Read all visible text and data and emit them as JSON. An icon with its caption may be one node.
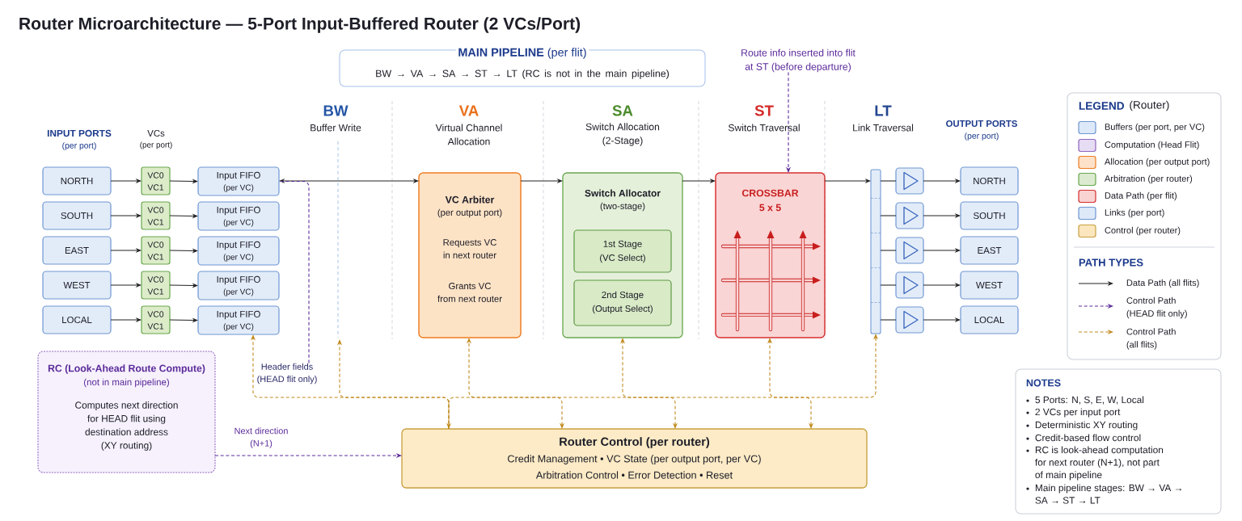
{
  "diagram": {
    "title": "Router Microarchitecture — 5-Port Input-Buffered Router (2 VCs/Port)",
    "nodes": [
      {
        "text": [
          "**MAIN PIPELINE** (per flit)",
          "BW → VA → SA → ST → LT (RC is not in the main pipeline)"
        ]
      },
      {
        "text": [
          "NORTH"
        ]
      },
      {
        "text": [
          "SOUTH"
        ]
      },
      {
        "text": [
          "EAST"
        ]
      },
      {
        "text": [
          "WEST"
        ]
      },
      {
        "text": [
          "LOCAL"
        ]
      },
      {
        "text": [
          "VC0",
          "VC1"
        ]
      },
      {
        "text": [
          "VC0",
          "VC1"
        ]
      },
      {
        "text": [
          "VC0",
          "VC1"
        ]
      },
      {
        "text": [
          "VC0",
          "VC1"
        ]
      },
      {
        "text": [
          "VC0",
          "VC1"
        ]
      },
      {
        "text": [
          "Input FIFO",
          "(per VC)"
        ]
      },
      {
        "text": [
          "Input FIFO",
          "(per VC)"
        ]
      },
      {
        "text": [
          "Input FIFO",
          "(per VC)"
        ]
      },
      {
        "text": [
          "Input FIFO",
          "(per VC)"
        ]
      },
      {
        "text": [
          "Input FIFO",
          "(per VC)"
        ]
      },
      {
        "text": [
          "VC Arbiter",
          "(per output port)",
          "Requests VC in next router",
          "Grants VC from next router"
        ]
      },
      {
        "text": [
          "Switch Allocator",
          "(two-stage)"
        ]
      },
      {
        "text": [
          "1st Stage",
          "(VC Select)"
        ],
        "in": 17
      },
      {
        "text": [
          "2nd Stage",
          "(Output Select)"
        ],
        "in": 17
      },
      {
        "text": [
          "CROSSBAR",
          "5 x 5"
        ]
      },
      {
        "text": [],
        "shape": "bar"
      },
      {
        "text": [],
        "shape": "box"
      },
      {
        "text": [],
        "shape": "box"
      },
      {
        "text": [],
        "shape": "box"
      },
      {
        "text": [],
        "shape": "box"
      },
      {
        "text": [],
        "shape": "box"
      },
      {
        "text": [
          "NORTH"
        ]
      },
      {
        "text": [
          "SOUTH"
        ]
      },
      {
        "text": [
          "EAST"
        ]
      },
      {
        "text": [
          "WEST"
        ]
      },
      {
        "text": [
          "LOCAL"
        ]
      },
      {
        "text": [
          "RC (Look-Ahead Route Compute)",
          "(not in main pipeline)",
          "Computes next direction for HEAD flit using destination address (XY routing)"
        ]
      },
      {
        "text": [
          "Router Control (per router)",
          "Credit Management • VC State (per output port, per VC)",
          "Arbitration Control • Error Detection • Reset"
        ]
      },
      {
        "text": [
          "Route info inserted into flit at ST (before departure)"
        ]
      },
      {
        "text": [
          "Header fields (HEAD flit only)"
        ]
      }
    ],
    "edges": [
      {
        "from": 1,
        "to": 6,
        "arrow": "to"
      },
      {
        "from": 2,
        "to": 7,
        "arrow": "to"
      },
      {
        "from": 3,
        "to": 8,
        "arrow": "to"
      },
      {
        "from": 4,
        "to": 9,
        "arrow": "to"
      },
      {
        "from": 5,
        "to": 10,
        "arrow": "to"
      },
      {
        "from": 6,
        "to": 11,
        "arrow": "to"
      },
      {
        "from": 7,
        "to": 12,
        "arrow": "to"
      },
      {
        "from": 8,
        "to": 13,
        "arrow": "to"
      },
      {
        "from": 9,
        "to": 14,
        "arrow": "to"
      },
      {
        "from": 10,
        "to": 15,
        "arrow": "to"
      },
      {
        "from": 11,
        "to": 16,
        "arrow": "both"
      },
      {
        "from": 16,
        "to": 17,
        "arrow": "to"
      },
      {
        "from": 17,
        "to": 20,
        "arrow": "to"
      },
      {
        "from": 20,
        "to": 21,
        "arrow": "to"
      },
      {
        "from": 21,
        "to": 22,
        "arrow": "none"
      },
      {
        "from": 21,
        "to": 23,
        "arrow": "none"
      },
      {
        "from": 21,
        "to": 24,
        "arrow": "none"
      },
      {
        "from": 21,
        "to": 25,
        "arrow": "none"
      },
      {
        "from": 21,
        "to": 26,
        "arrow": "none"
      },
      {
        "from": 22,
        "to": 27,
        "arrow": "to"
      },
      {
        "from": 23,
        "to": 28,
        "arrow": "to"
      },
      {
        "from": 24,
        "to": 29,
        "arrow": "to"
      },
      {
        "from": 25,
        "to": 30,
        "arrow": "to"
      },
      {
        "from": 26,
        "to": 31,
        "arrow": "to"
      },
      {
        "from": 32,
        "to": 33,
        "arrow": "to",
        "label": "Next direction (N+1)",
        "style": "dashed",
        "color": "#5b2a9a"
      },
      {
        "from": 34,
        "to": 20,
        "arrow": "to",
        "style": "dashed",
        "color": "#5b2a9a"
      },
      {
        "from": 35,
        "to": 11,
        "arrow": "none",
        "style": "dashed",
        "color": "#5b2a9a"
      },
      {
        "from": 33,
        "to": 15,
        "arrow": "to",
        "style": "dashed",
        "color": "#c08a1e"
      },
      {
        "from": 33,
        "to": null,
        "arrow": "to",
        "style": "dashed",
        "color": "#c08a1e"
      },
      {
        "from": 33,
        "to": 16,
        "arrow": "both",
        "style": "dashed",
        "color": "#c08a1e"
      },
      {
        "from": 33,
        "to": 17,
        "arrow": "both",
        "style": "dashed",
        "color": "#c08a1e"
      },
      {
        "from": 33,
        "to": 20,
        "arrow": "both",
        "style": "dashed",
        "color": "#c08a1e"
      },
      {
        "from": 33,
        "to": 21,
        "arrow": "both",
        "style": "dashed",
        "color": "#c08a1e"
      }
    ],
    "labels": [
      "BW",
      "Buffer Write",
      "VA",
      "Virtual Channel Allocation",
      "SA",
      "Switch Allocation (2-Stage)",
      "ST",
      "Switch Traversal",
      "LT",
      "Link Traversal",
      "INPUT PORTS",
      "(per port)",
      "VCs",
      "(per port)",
      "OUTPUT PORTS",
      "(per port)",
      "LEGEND",
      "(Router)",
      "PATH TYPES",
      "NOTES",
      "5 Ports: N, S, E, W, Local",
      "2 VCs per input port",
      "Deterministic XY routing",
      "Credit-based flow control",
      "RC is look-ahead computation for next router (N+1), not part of main pipeline",
      "Main pipeline stages: BW → VA → SA → ST → LT"
    ],
    "legend": [
      {
        "text": "Buffers (per port, per VC)",
        "color": "#dde9f8"
      },
      {
        "text": "Computation (Head Flit)",
        "color": "#e6dcf3"
      },
      {
        "text": "Allocation (per output port)",
        "color": "#fde1c8"
      },
      {
        "text": "Arbitration (per router)",
        "color": "#dcebd0"
      },
      {
        "text": "Data Path (per flit)",
        "color": "#f9d2d2"
      },
      {
        "text": "Links (per port)",
        "color": "#dde9f8"
      },
      {
        "text": "Control (per router)",
        "color": "#fbe6be"
      },
      {
        "text": "Data Path (all flits)"
      },
      {
        "text": "Control Path (HEAD flit only)"
      },
      {
        "text": "Control Path (all flits)"
      }
    ]
  }
}
